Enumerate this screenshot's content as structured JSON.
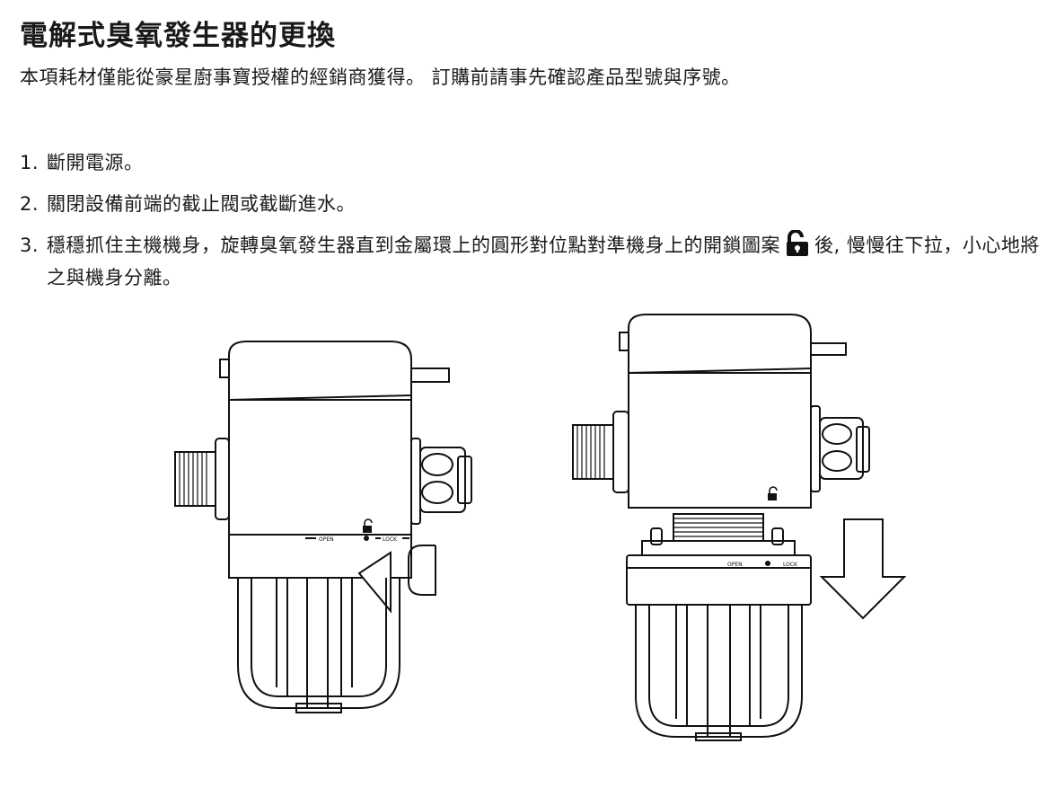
{
  "title": "電解式臭氧發生器的更換",
  "intro": "本項耗材僅能從豪星廚事寶授權的經銷商獲得。 訂購前請事先確認產品型號與序號。",
  "steps": [
    {
      "num": "1.",
      "text": "斷開電源。"
    },
    {
      "num": "2.",
      "text": "關閉設備前端的截止閥或截斷進水。"
    },
    {
      "num": "3.",
      "text_before": "穩穩抓住主機機身，旋轉臭氧發生器直到金屬環上的圓形對位點對準機身上的開鎖圖案",
      "text_after": "後, 慢慢往下拉，小心地將之與機身分離。"
    }
  ],
  "icons": {
    "inline_lock": "unlock-icon",
    "arrow": "down-arrow-icon"
  },
  "figure_labels": {
    "open": "OPEN",
    "lock": "LOCK"
  }
}
